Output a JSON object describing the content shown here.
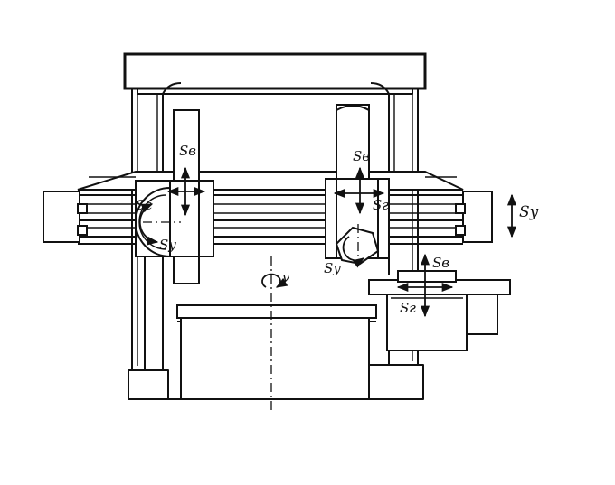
{
  "labels": {
    "sv_left": "Sв",
    "sg_left": "Sг",
    "sy_left": "Sу",
    "sv_center": "Sв",
    "sg_center": "Sг",
    "sy_center": "Sу",
    "sy_right": "Sу",
    "sv_lower": "Sв",
    "sg_lower": "Sг",
    "v_rotation": "v"
  }
}
